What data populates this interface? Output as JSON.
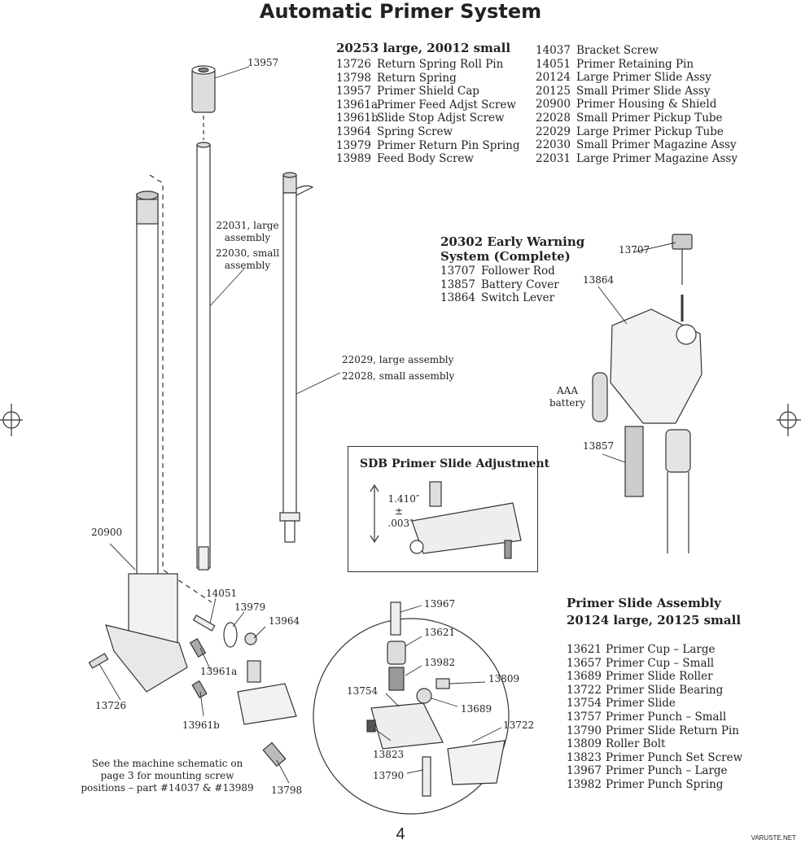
{
  "title": "Automatic Primer System",
  "primer_system": {
    "heading": "20253 large, 20012 small",
    "items_left": [
      {
        "num": "13726",
        "name": "Return Spring Roll Pin"
      },
      {
        "num": "13798",
        "name": "Return Spring"
      },
      {
        "num": "13957",
        "name": "Primer Shield Cap"
      },
      {
        "num": "13961a",
        "name": "Primer Feed Adjst Screw"
      },
      {
        "num": "13961b",
        "name": "Slide Stop Adjst Screw"
      },
      {
        "num": "13964",
        "name": "Spring Screw"
      },
      {
        "num": "13979",
        "name": "Primer Return Pin Spring"
      },
      {
        "num": "13989",
        "name": "Feed Body Screw"
      }
    ],
    "items_right": [
      {
        "num": "14037",
        "name": "Bracket Screw"
      },
      {
        "num": "14051",
        "name": "Primer Retaining Pin"
      },
      {
        "num": "20124",
        "name": "Large Primer Slide Assy"
      },
      {
        "num": "20125",
        "name": "Small Primer Slide Assy"
      },
      {
        "num": "20900",
        "name": "Primer Housing & Shield"
      },
      {
        "num": "22028",
        "name": "Small Primer Pickup Tube"
      },
      {
        "num": "22029",
        "name": "Large Primer Pickup Tube"
      },
      {
        "num": "22030",
        "name": "Small Primer Magazine Assy"
      },
      {
        "num": "22031",
        "name": "Large Primer Magazine Assy"
      }
    ]
  },
  "early_warning": {
    "heading_line1": "20302 Early Warning",
    "heading_line2": "System (Complete)",
    "items": [
      {
        "num": "13707",
        "name": "Follower Rod"
      },
      {
        "num": "13857",
        "name": "Battery Cover"
      },
      {
        "num": "13864",
        "name": "Switch Lever"
      }
    ]
  },
  "slide_assembly": {
    "heading_line1": "Primer Slide Assembly",
    "heading_line2": "20124 large, 20125 small",
    "items": [
      {
        "num": "13621",
        "name": "Primer Cup – Large"
      },
      {
        "num": "13657",
        "name": "Primer Cup – Small"
      },
      {
        "num": "13689",
        "name": "Primer Slide Roller"
      },
      {
        "num": "13722",
        "name": "Primer Slide Bearing"
      },
      {
        "num": "13754",
        "name": "Primer Slide"
      },
      {
        "num": "13757",
        "name": "Primer Punch – Small"
      },
      {
        "num": "13790",
        "name": "Primer Slide Return Pin"
      },
      {
        "num": "13809",
        "name": "Roller Bolt"
      },
      {
        "num": "13823",
        "name": "Primer Punch Set Screw"
      },
      {
        "num": "13967",
        "name": "Primer Punch – Large"
      },
      {
        "num": "13982",
        "name": "Primer Punch Spring"
      }
    ]
  },
  "sdb": {
    "heading": "SDB Primer Slide Adjustment",
    "dim1": "1.410″",
    "dim2": "±",
    "dim3": ".003″"
  },
  "callouts": {
    "c13957": "13957",
    "c22031": "22031, large",
    "c22031b": "assembly",
    "c22030": "22030, small",
    "c22030b": "assembly",
    "c22029": "22029, large assembly",
    "c22028": "22028, small assembly",
    "c20900": "20900",
    "c14051": "14051",
    "c13979": "13979",
    "c13964": "13964",
    "c13961a": "13961a",
    "c13726": "13726",
    "c13961b": "13961b",
    "c13798": "13798",
    "c13707": "13707",
    "c13864": "13864",
    "caaa1": "AAA",
    "caaa2": "battery",
    "c13857": "13857",
    "c13967": "13967",
    "c13621": "13621",
    "c13982": "13982",
    "c13809": "13809",
    "c13754": "13754",
    "c13689": "13689",
    "c13722": "13722",
    "c13823": "13823",
    "c13790": "13790"
  },
  "note": {
    "line1": "See the machine schematic on",
    "line2": "page 3 for mounting screw",
    "line3": "positions – part #14037 & #13989"
  },
  "page_number": "4",
  "watermark": "VARUSTE.NET"
}
